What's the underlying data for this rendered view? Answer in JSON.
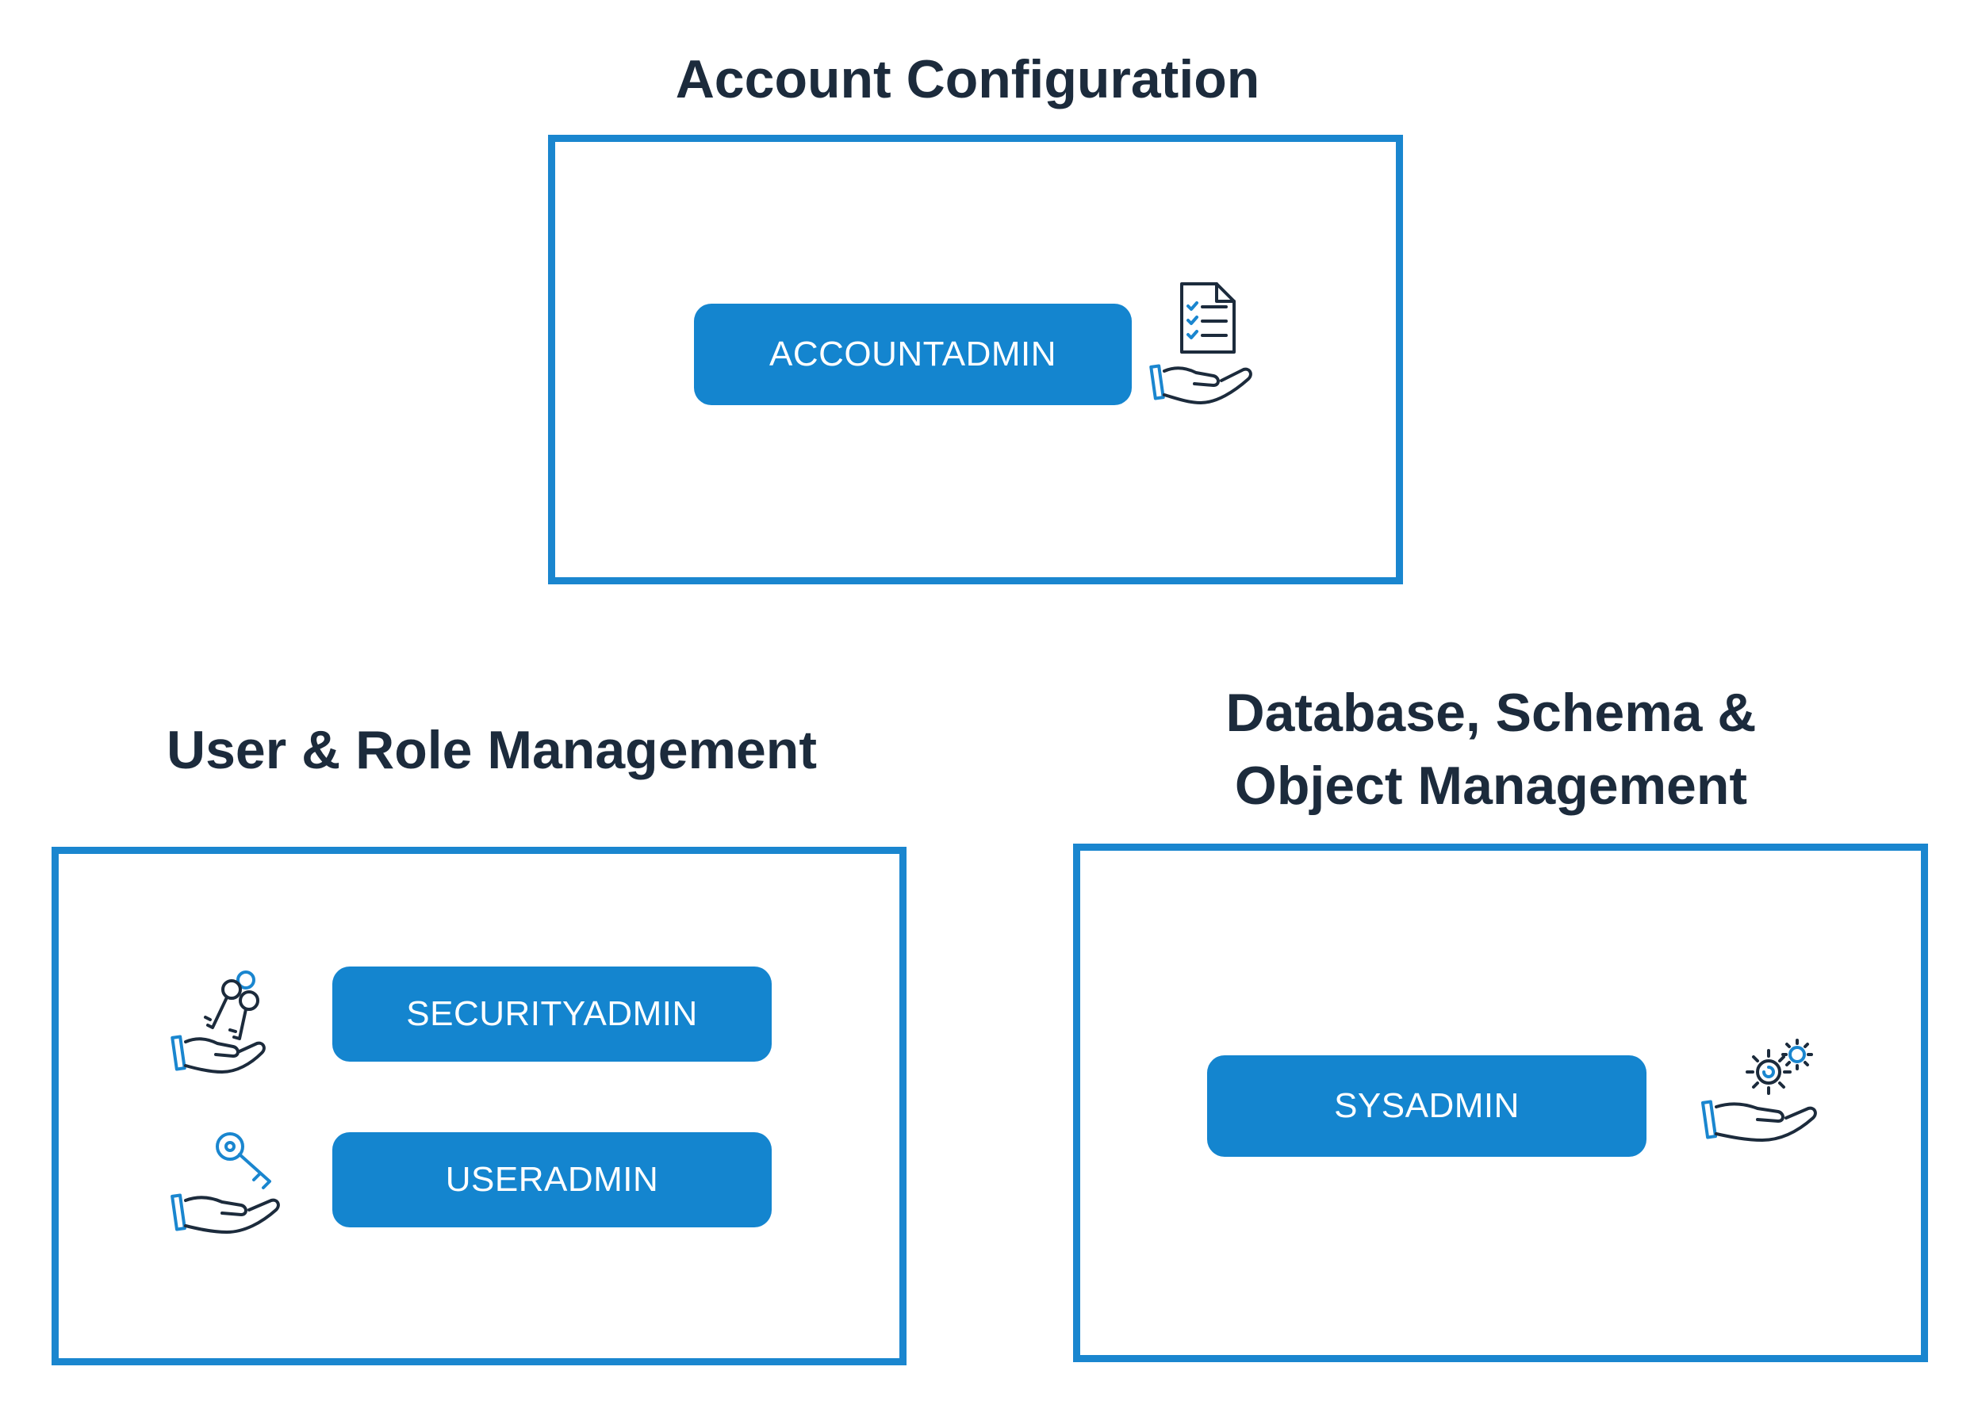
{
  "sections": {
    "account": {
      "title": "Account Configuration",
      "roles": [
        "ACCOUNTADMIN"
      ],
      "icon": "document-checklist-hand-icon"
    },
    "user_role": {
      "title": "User & Role Management",
      "roles": [
        "SECURITYADMIN",
        "USERADMIN"
      ],
      "icons": [
        "keys-hand-icon",
        "key-hand-icon"
      ]
    },
    "database": {
      "title_line1": "Database, Schema &",
      "title_line2": "Object Management",
      "roles": [
        "SYSADMIN"
      ],
      "icon": "gears-hand-icon"
    }
  },
  "colors": {
    "accent": "#1a86cf",
    "button": "#1485cf",
    "heading": "#1c2b3c",
    "button_text": "#ffffff"
  }
}
